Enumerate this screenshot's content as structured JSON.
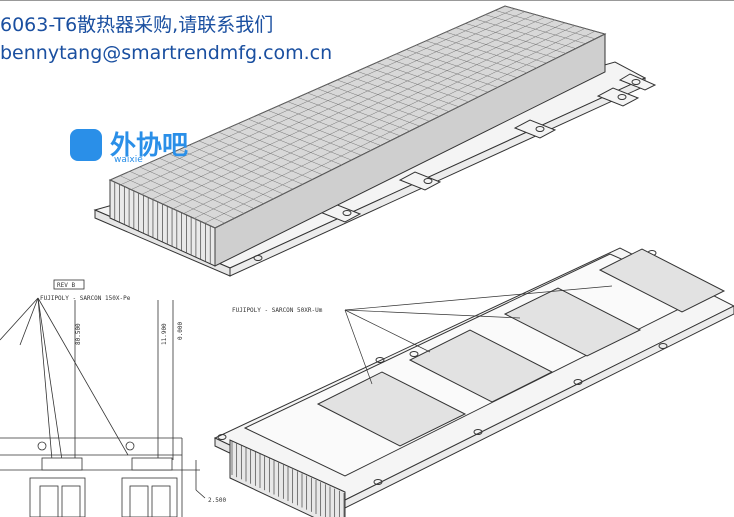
{
  "header": {
    "headline": "6063-T6散热器采购,请联系我们",
    "email": "bennytang@smartrendmfg.com.cn"
  },
  "watermark": {
    "brand": "外协吧",
    "sub": "waixie"
  },
  "drawing_left": {
    "rev": "REV B",
    "material_label": "FUJIPOLY - SARCON 150X-Pe",
    "dims": [
      "80.500",
      "11.900",
      "0.000",
      "2.500"
    ]
  },
  "drawing_right": {
    "material_label": "FUJIPOLY - SARCON 50XR-Um"
  }
}
